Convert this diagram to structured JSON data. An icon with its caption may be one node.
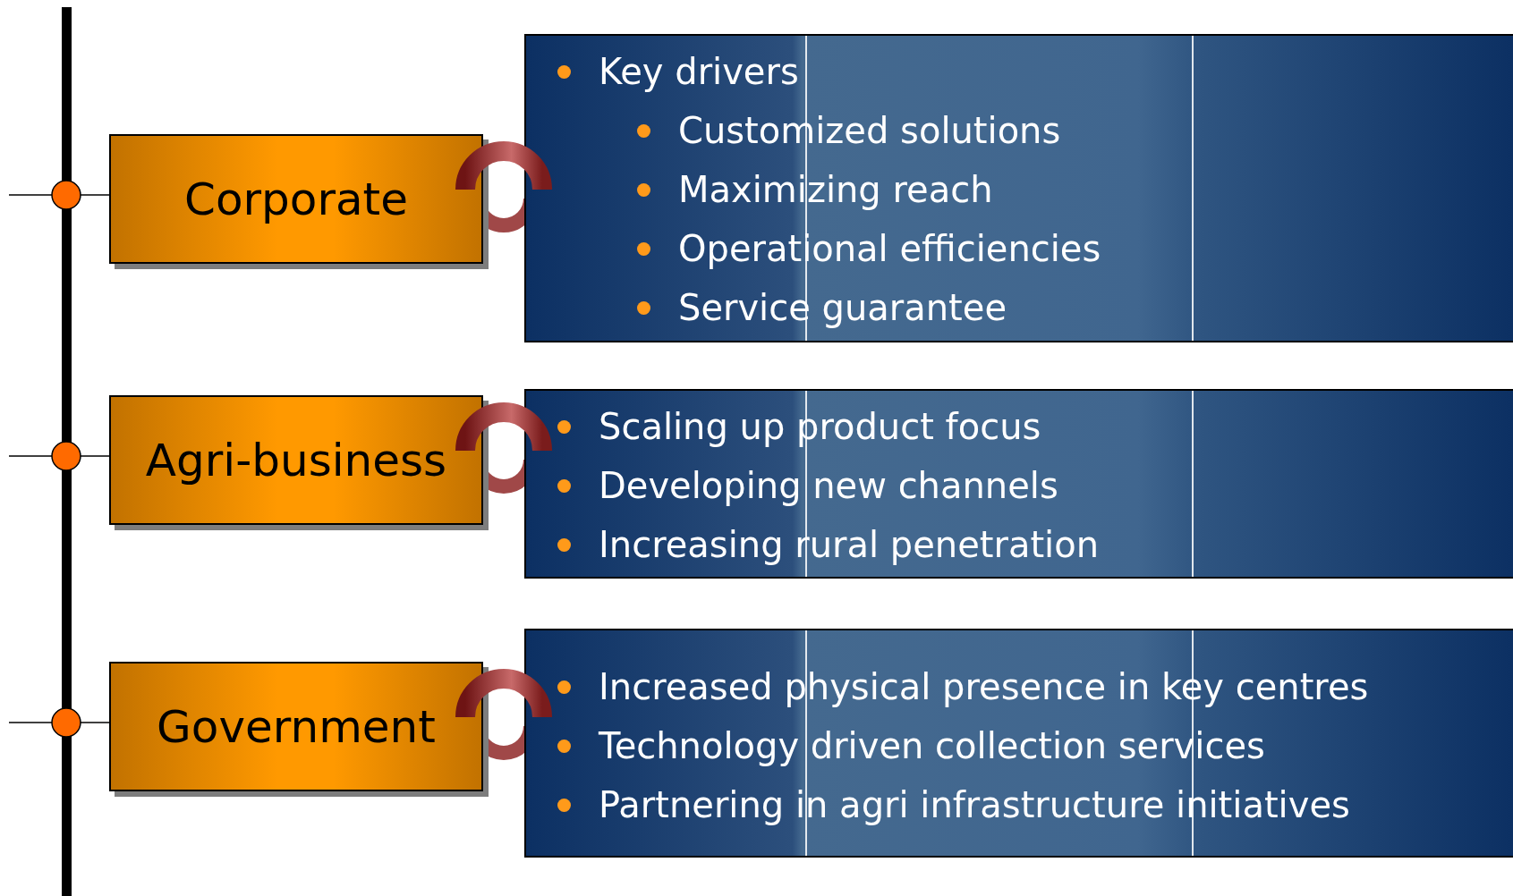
{
  "diagram": {
    "nodes": [
      {
        "text": [
          "Corporate"
        ]
      },
      {
        "text": [
          "Key drivers",
          "Customized solutions",
          "Maximizing reach",
          "Operational efficiencies",
          "Service guarantee"
        ]
      },
      {
        "text": [
          "Agri-business"
        ]
      },
      {
        "text": [
          "Scaling up product focus",
          "Developing new channels",
          "Increasing rural penetration"
        ]
      },
      {
        "text": [
          "Government"
        ]
      },
      {
        "text": [
          "Increased physical presence in key centres",
          "Technology driven collection services",
          "Partnering in agri infrastructure initiatives"
        ]
      }
    ],
    "edges": [
      {
        "from": 0,
        "to": 1,
        "arrow": "none"
      },
      {
        "from": 2,
        "to": 3,
        "arrow": "none"
      },
      {
        "from": 4,
        "to": 5,
        "arrow": "none"
      }
    ]
  }
}
